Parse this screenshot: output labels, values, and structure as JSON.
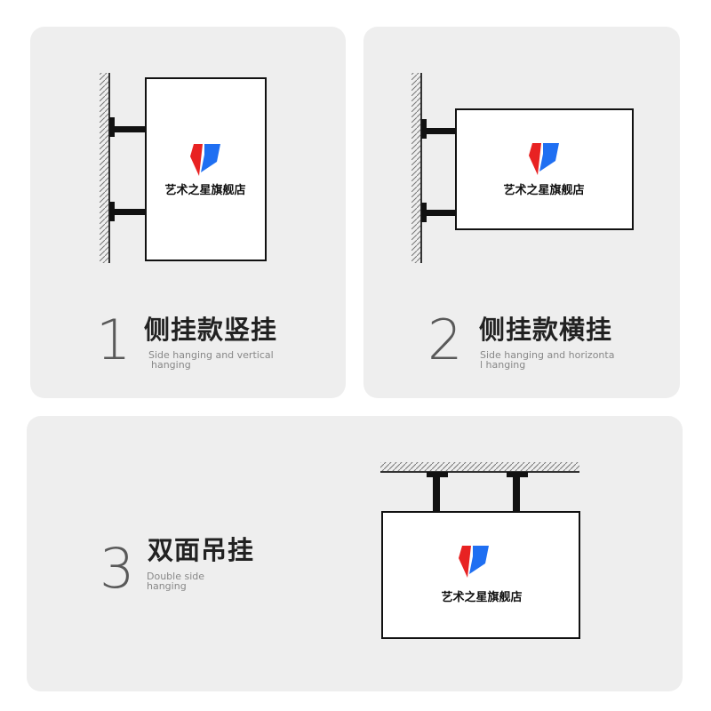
{
  "brand": {
    "name": "艺术之星旗舰店",
    "red": "#e82222",
    "blue": "#1f6ff2"
  },
  "cards": [
    {
      "number": "1",
      "title": "侧挂款竖挂",
      "subtitle_line1": "Side hanging and vertical",
      "subtitle_line2": "hanging"
    },
    {
      "number": "2",
      "title": "侧挂款横挂",
      "subtitle_line1": "Side hanging and horizonta",
      "subtitle_line2": "l hanging"
    },
    {
      "number": "3",
      "title": "双面吊挂",
      "subtitle_line1": "Double side",
      "subtitle_line2": "hanging"
    }
  ]
}
